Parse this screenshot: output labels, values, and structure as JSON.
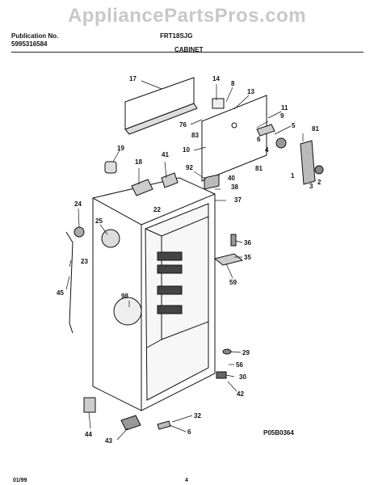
{
  "watermark": "AppliancePartsPros.com",
  "header": {
    "publication_label": "Publication No.",
    "publication_number": "5995316584",
    "model": "FRT18SJG",
    "section": "CABINET"
  },
  "footer": {
    "date": "01/99",
    "page": "4",
    "diagram_code": "P05B0364"
  },
  "part_callouts": [
    "17",
    "14",
    "8",
    "13",
    "11",
    "9",
    "5",
    "81",
    "76",
    "83",
    "10",
    "6",
    "4",
    "81",
    "1",
    "3",
    "2",
    "19",
    "18",
    "41",
    "92",
    "40",
    "38",
    "37",
    "24",
    "22",
    "25",
    "23",
    "45",
    "36",
    "35",
    "59",
    "98",
    "29",
    "56",
    "30",
    "42",
    "32",
    "44",
    "6",
    "43"
  ]
}
